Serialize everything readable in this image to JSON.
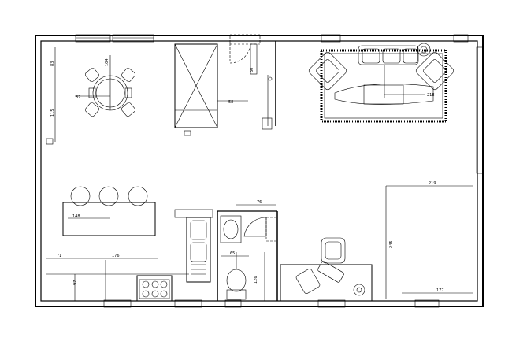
{
  "dimensions": {
    "table_diameter": "104",
    "table_left": "82",
    "table_top": "83",
    "left_wall_height": "115",
    "stair_offset": "58",
    "bathroom_width": "76",
    "island_length": "148",
    "counter_left": "71",
    "counter_right": "176",
    "counter_depth": "97",
    "bath_lower_width": "65",
    "bath_lower_height": "126",
    "living_width": "219",
    "living_depth": "245",
    "bottom_right": "177",
    "sofa_depth": "218"
  }
}
